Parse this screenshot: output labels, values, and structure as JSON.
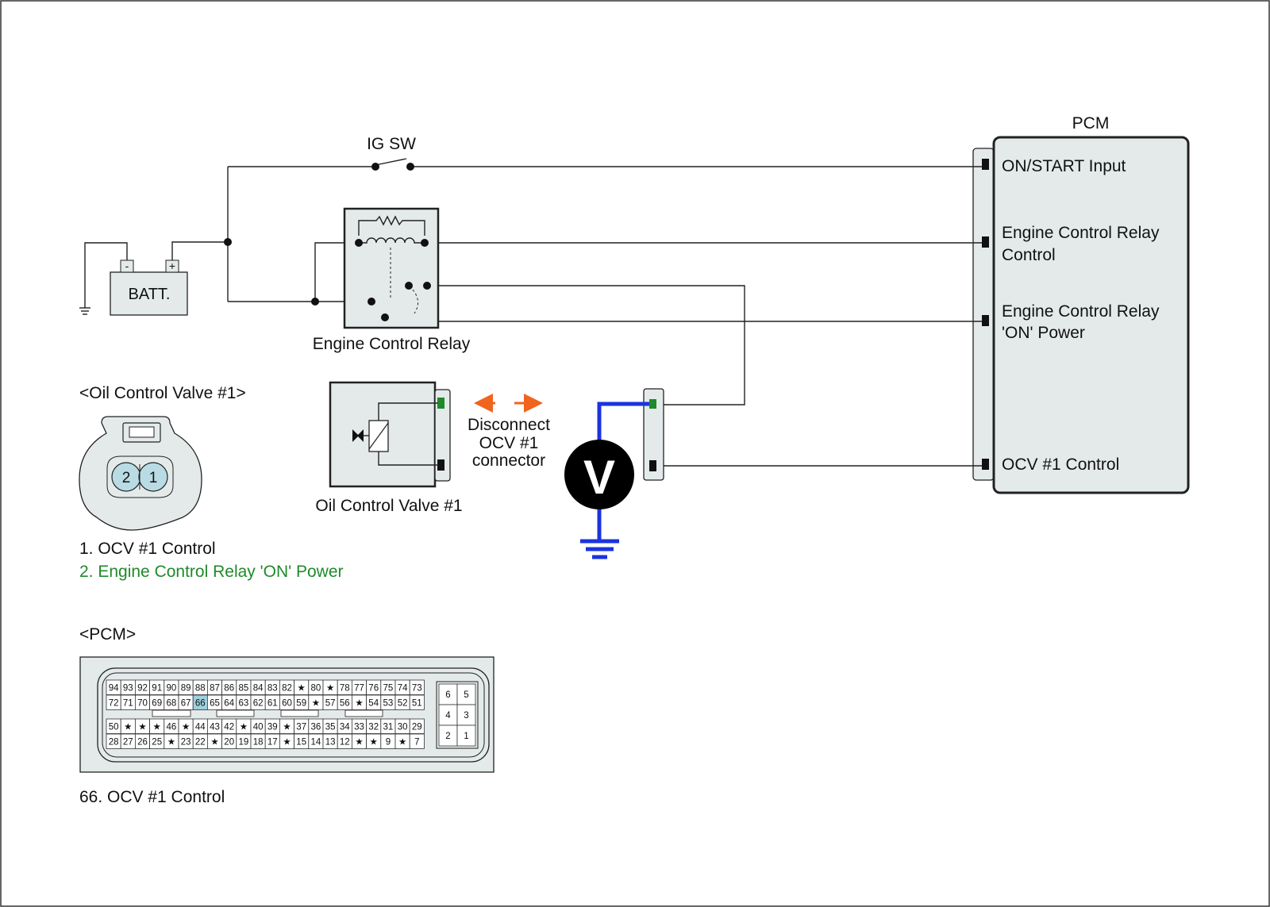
{
  "labels": {
    "ig_sw": "IG SW",
    "pcm_title": "PCM",
    "batt": "BATT.",
    "batt_neg": "-",
    "batt_pos": "+",
    "relay_name": "Engine Control Relay",
    "ocv_component": "Oil Control Valve #1",
    "disconnect_line1": "Disconnect",
    "disconnect_line2": "OCV #1",
    "disconnect_line3": "connector",
    "voltmeter": "V"
  },
  "pcm_terminals": [
    {
      "line1": "ON/START Input",
      "line2": ""
    },
    {
      "line1": "Engine Control Relay",
      "line2": "Control"
    },
    {
      "line1": "Engine Control Relay",
      "line2": "'ON' Power"
    },
    {
      "line1": "OCV #1 Control",
      "line2": ""
    }
  ],
  "ocv_connector": {
    "title": "<Oil Control Valve #1>",
    "pin_left": "2",
    "pin_right": "1",
    "legend": [
      {
        "text": "1. OCV #1 Control",
        "color": "#111111"
      },
      {
        "text": "2. Engine Control Relay 'ON' Power",
        "color": "#1f8a2a"
      }
    ]
  },
  "pcm_connector": {
    "title": "<PCM>",
    "highlight_pin": "66",
    "rows": [
      [
        "94",
        "93",
        "92",
        "91",
        "90",
        "89",
        "88",
        "87",
        "86",
        "85",
        "84",
        "83",
        "82",
        "★",
        "80",
        "★",
        "78",
        "77",
        "76",
        "75",
        "74",
        "73"
      ],
      [
        "72",
        "71",
        "70",
        "69",
        "68",
        "67",
        "66",
        "65",
        "64",
        "63",
        "62",
        "61",
        "60",
        "59",
        "★",
        "57",
        "56",
        "★",
        "54",
        "53",
        "52",
        "51"
      ],
      [
        "50",
        "★",
        "★",
        "★",
        "46",
        "★",
        "44",
        "43",
        "42",
        "★",
        "40",
        "39",
        "★",
        "37",
        "36",
        "35",
        "34",
        "33",
        "32",
        "31",
        "30",
        "29"
      ],
      [
        "28",
        "27",
        "26",
        "25",
        "★",
        "23",
        "22",
        "★",
        "20",
        "19",
        "18",
        "17",
        "★",
        "15",
        "14",
        "13",
        "12",
        "★",
        "★",
        "9",
        "★",
        "7"
      ]
    ],
    "side_rows": [
      [
        "6",
        "5"
      ],
      [
        "4",
        "3"
      ],
      [
        "2",
        "1"
      ]
    ],
    "legend": "66. OCV #1 Control"
  },
  "colors": {
    "meter_wire": "#1a33e0",
    "highlight_pin_terminal": "#1f8a2a",
    "disconnect_arrows": "#f0641e",
    "connector_fill": "#e4eaea",
    "ocv_pin_fill": "#b9dbe4",
    "pcm_pin_highlight": "#9fd0de"
  }
}
